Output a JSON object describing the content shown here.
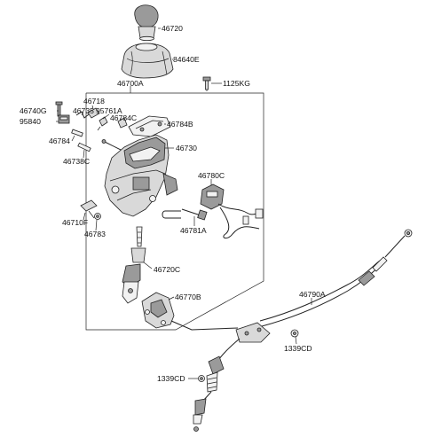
{
  "labels": {
    "knob": "46720",
    "boot": "84640E",
    "assembly": "46700A",
    "bolt": "1125KG",
    "pin_46740G": "46740G",
    "part_46718": "46718",
    "part_46735": "46735",
    "part_95761A": "95761A",
    "part_46784C": "46784C",
    "part_46784B": "46784B",
    "part_95840": "95840",
    "part_46784": "46784",
    "part_46738C": "46738C",
    "part_46730": "46730",
    "part_46780C": "46780C",
    "part_46710F": "46710F",
    "part_46781A": "46781A",
    "part_46783": "46783",
    "part_46720C": "46720C",
    "part_46770B": "46770B",
    "cable": "46790A",
    "nut_right": "1339CD",
    "nut_left": "1339CD"
  }
}
